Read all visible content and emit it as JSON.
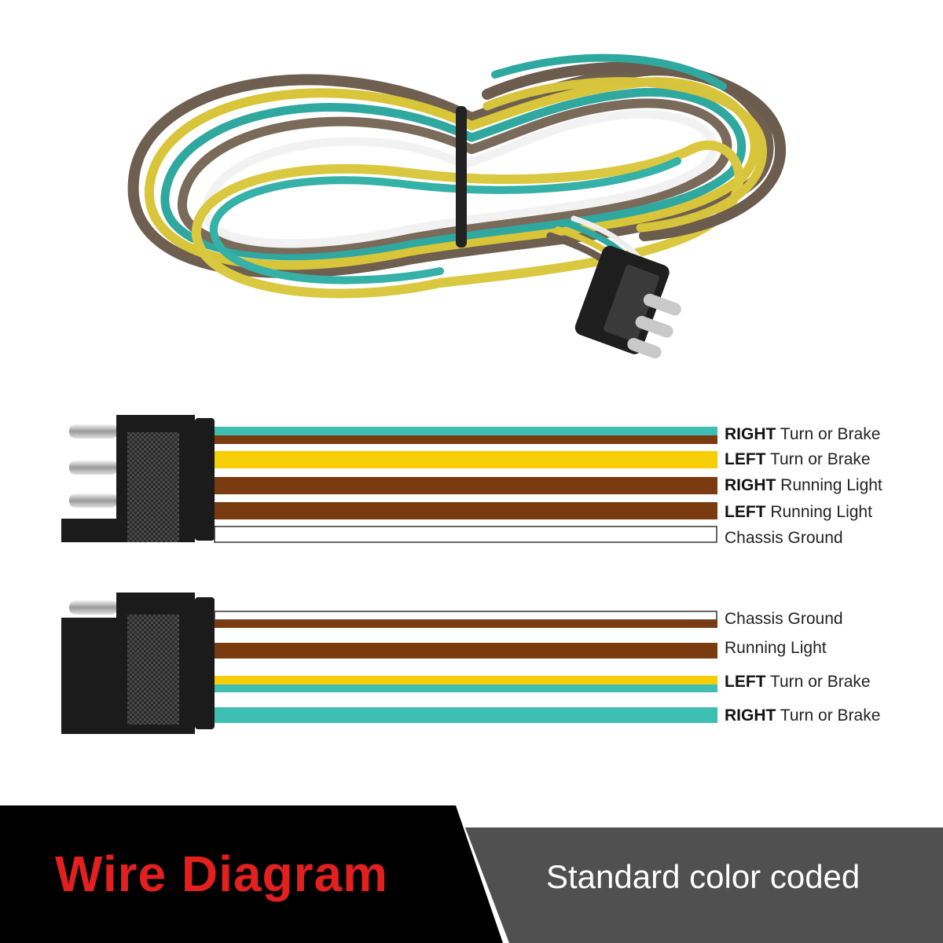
{
  "colors": {
    "teal": "#3fbfb3",
    "yellow": "#f7cd06",
    "brown": "#7a3b10",
    "white": "#ffffff",
    "connector": "#1b1b1b",
    "banner_left": "#000000",
    "banner_right": "#505050",
    "title_red": "#e22020"
  },
  "top_diagram": {
    "labels": [
      {
        "bold": "RIGHT",
        "rest": " Turn or Brake"
      },
      {
        "bold": "LEFT",
        "rest": " Turn or Brake"
      },
      {
        "bold": "RIGHT",
        "rest": " Running Light"
      },
      {
        "bold": "LEFT",
        "rest": " Running Light"
      },
      {
        "bold": "",
        "rest": "Chassis Ground"
      }
    ]
  },
  "bottom_diagram": {
    "labels": [
      {
        "bold": "",
        "rest": "Chassis Ground"
      },
      {
        "bold": "",
        "rest": "Running Light"
      },
      {
        "bold": "LEFT",
        "rest": " Turn or Brake"
      },
      {
        "bold": "RIGHT",
        "rest": " Turn or Brake"
      }
    ]
  },
  "banner": {
    "title": "Wire Diagram",
    "subtitle": "Standard color coded"
  }
}
